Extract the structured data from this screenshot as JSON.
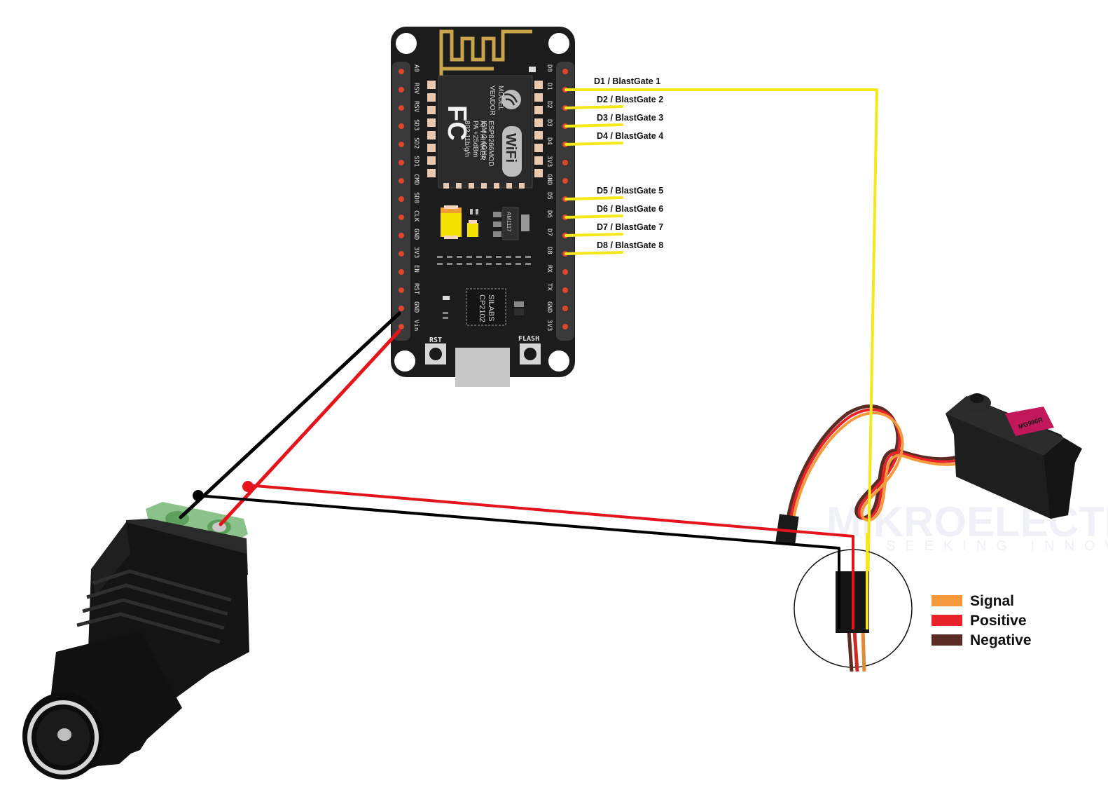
{
  "diagram": {
    "title": "NodeMCU ESP8266 Blast Gate Servo Wiring",
    "board": {
      "name": "NodeMCU ESP8266",
      "module_text": [
        "MODEL",
        "VENDOR",
        "ESP8266MOD",
        "AI-THINKER",
        "ISM 2.4GHz",
        "PA +25dBm",
        "802.11b/g/n"
      ],
      "fcc_logo": "FC",
      "wifi_logo": "WiFi",
      "regulator": "AM1117",
      "usb_chip": [
        "SILABS",
        "CP2102"
      ],
      "buttons": {
        "reset": "RST",
        "flash": "FLASH"
      },
      "left_pins": [
        "A0",
        "RSV",
        "RSV",
        "SD3",
        "SD2",
        "SD1",
        "CMD",
        "SD0",
        "CLK",
        "GND",
        "3V3",
        "EN",
        "RST",
        "GND",
        "Vin"
      ],
      "right_pins": [
        "D0",
        "D1",
        "D2",
        "D3",
        "D4",
        "3V3",
        "GND",
        "D5",
        "D6",
        "D7",
        "D8",
        "RX",
        "TX",
        "GND",
        "3V3"
      ]
    },
    "gate_labels": [
      {
        "pin": "D1",
        "label": "D1 / BlastGate 1"
      },
      {
        "pin": "D2",
        "label": "D2 / BlastGate 2"
      },
      {
        "pin": "D3",
        "label": "D3 / BlastGate 3"
      },
      {
        "pin": "D4",
        "label": "D4 / BlastGate 4"
      },
      {
        "pin": "D5",
        "label": "D5 / BlastGate 5"
      },
      {
        "pin": "D6",
        "label": "D6 / BlastGate 6"
      },
      {
        "pin": "D7",
        "label": "D7 / BlastGate 7"
      },
      {
        "pin": "D8",
        "label": "D8 / BlastGate 8"
      }
    ],
    "servo": {
      "model_label": "MG996R",
      "watermark": "MIKROELECTRON",
      "watermark_sub": "SEEKING INNOVATION"
    },
    "power_jack": {
      "type": "DC barrel jack adapter",
      "terminals": [
        "-",
        "+"
      ]
    },
    "legend": [
      {
        "label": "Signal",
        "color": "#f59a3c"
      },
      {
        "label": "Positive",
        "color": "#e8232a"
      },
      {
        "label": "Negative",
        "color": "#5a2c24"
      }
    ],
    "wire_colors": {
      "signal": "#f5e81a",
      "positive": "#e3141c",
      "negative": "#000000"
    }
  }
}
